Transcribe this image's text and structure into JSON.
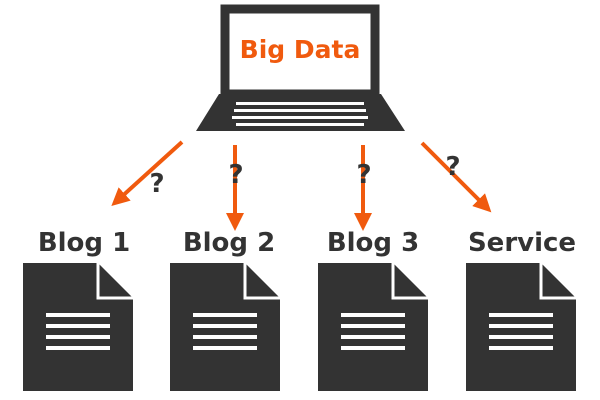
{
  "laptop": {
    "screen_text": "Big Data",
    "icon": "laptop-icon"
  },
  "arrows": [
    {
      "mark": "?"
    },
    {
      "mark": "?"
    },
    {
      "mark": "?"
    },
    {
      "mark": "?"
    }
  ],
  "targets": [
    {
      "label": "Blog 1",
      "icon": "document-icon"
    },
    {
      "label": "Blog 2",
      "icon": "document-icon"
    },
    {
      "label": "Blog 3",
      "icon": "document-icon"
    },
    {
      "label": "Service",
      "icon": "document-icon"
    }
  ],
  "colors": {
    "dark": "#333333",
    "accent": "#f05a0e",
    "background": "#ffffff"
  }
}
